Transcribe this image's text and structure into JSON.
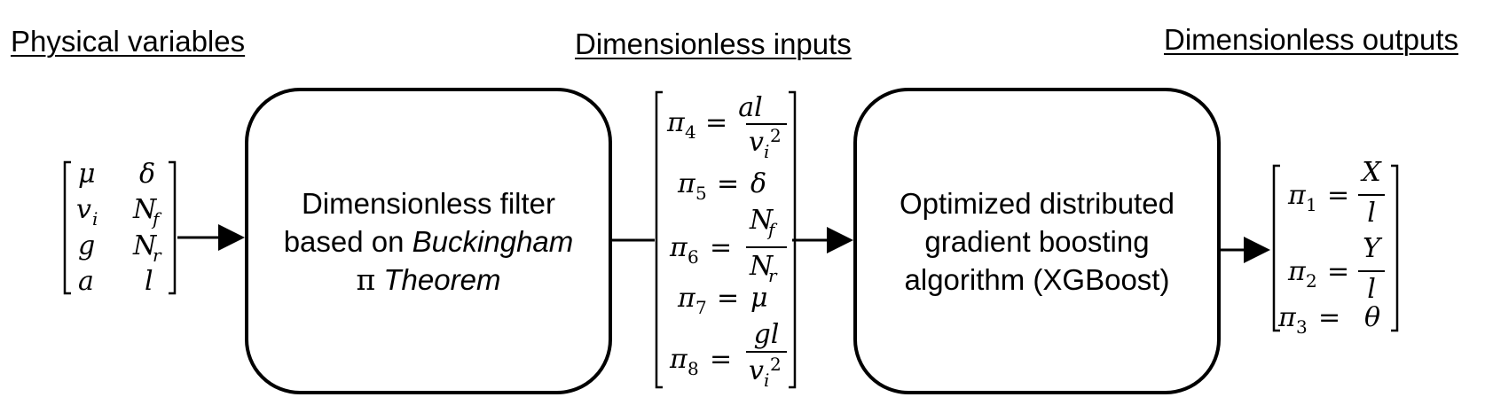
{
  "headings": {
    "physical": "Physical variables",
    "inputs": "Dimensionless inputs",
    "outputs": "Dimensionless outputs"
  },
  "filter_box": {
    "line1": "Dimensionless filter",
    "line2_prefix": "based on ",
    "line2_italic": "Buckingham",
    "line3_pi": "π",
    "line3_italic": " Theorem"
  },
  "xgb_box": {
    "line1": "Optimized distributed",
    "line2": "gradient boosting",
    "line3": "algorithm (XGBoost)"
  },
  "physical_matrix": {
    "rows": [
      {
        "left": "μ",
        "right": "δ"
      },
      {
        "left": "v",
        "left_sub": "i",
        "right": "N",
        "right_sub": "f"
      },
      {
        "left": "g",
        "right": "N",
        "right_sub": "r"
      },
      {
        "left": "a",
        "right": "l"
      }
    ]
  },
  "input_matrix": {
    "pi": "π",
    "eq": "=",
    "rows": [
      {
        "sub": "4",
        "num": "al",
        "den": "v",
        "den_sub": "i",
        "den_sup": "2"
      },
      {
        "sub": "5",
        "value": "δ"
      },
      {
        "sub": "6",
        "num": "N",
        "num_sub": "f",
        "den": "N",
        "den_sub": "r"
      },
      {
        "sub": "7",
        "value": "μ"
      },
      {
        "sub": "8",
        "num": "gl",
        "den": "v",
        "den_sub": "i",
        "den_sup": "2"
      }
    ]
  },
  "output_matrix": {
    "rows": [
      {
        "sub": "1",
        "num": "X",
        "den": "l"
      },
      {
        "sub": "2",
        "num": "Y",
        "den": "l"
      },
      {
        "sub": "3",
        "value": "θ"
      }
    ]
  }
}
